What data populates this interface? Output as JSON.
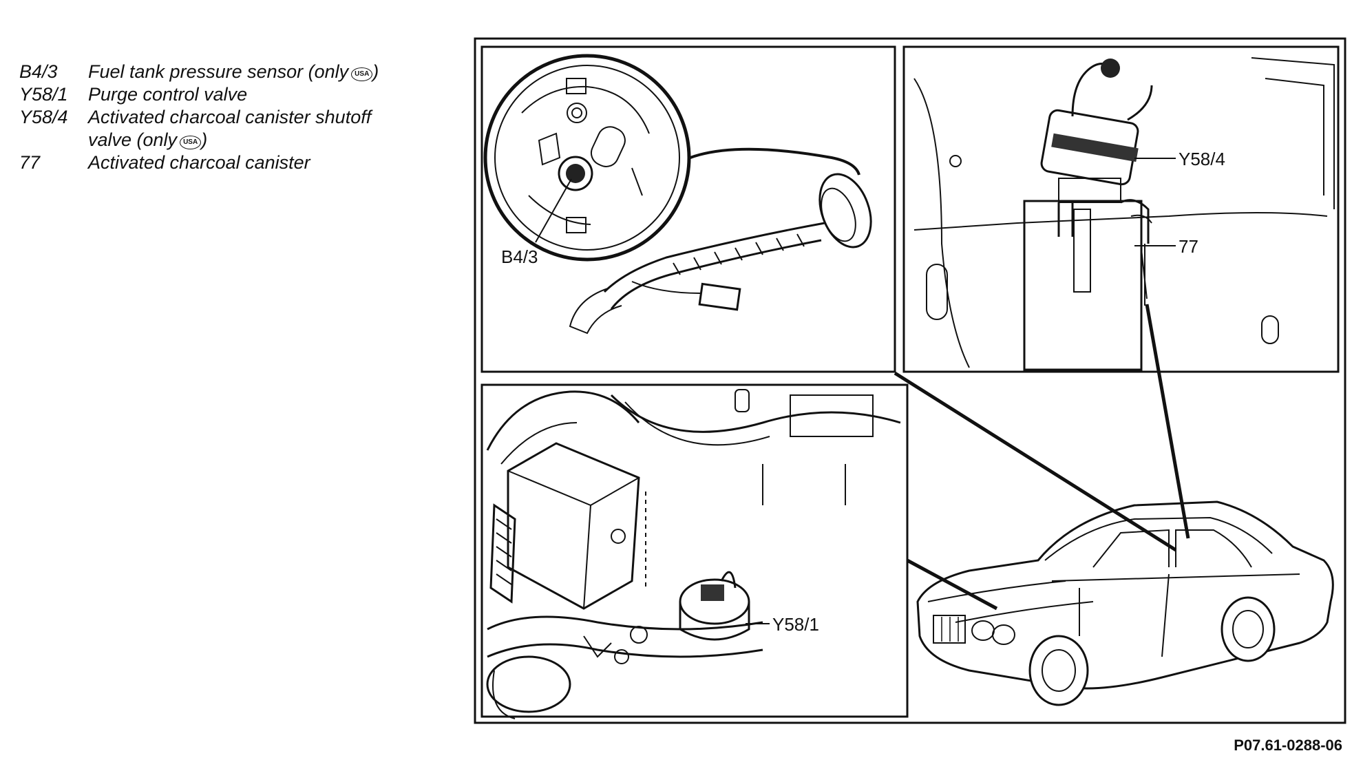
{
  "legend": {
    "items": [
      {
        "code": "B4/3",
        "text": "Fuel tank pressure sensor (only",
        "badge": "USA",
        "suffix": ")"
      },
      {
        "code": "Y58/1",
        "text": "Purge control valve"
      },
      {
        "code": "Y58/4",
        "text": "Activated charcoal canister shutoff"
      },
      {
        "code": "",
        "text": "valve (only",
        "badge": "USA",
        "suffix": ")"
      },
      {
        "code": "77",
        "text": "Activated charcoal canister"
      }
    ]
  },
  "callouts": {
    "b43": "B4/3",
    "y584": "Y58/4",
    "c77": "77",
    "y581": "Y58/1"
  },
  "figure_id": "P07.61-0288-06"
}
